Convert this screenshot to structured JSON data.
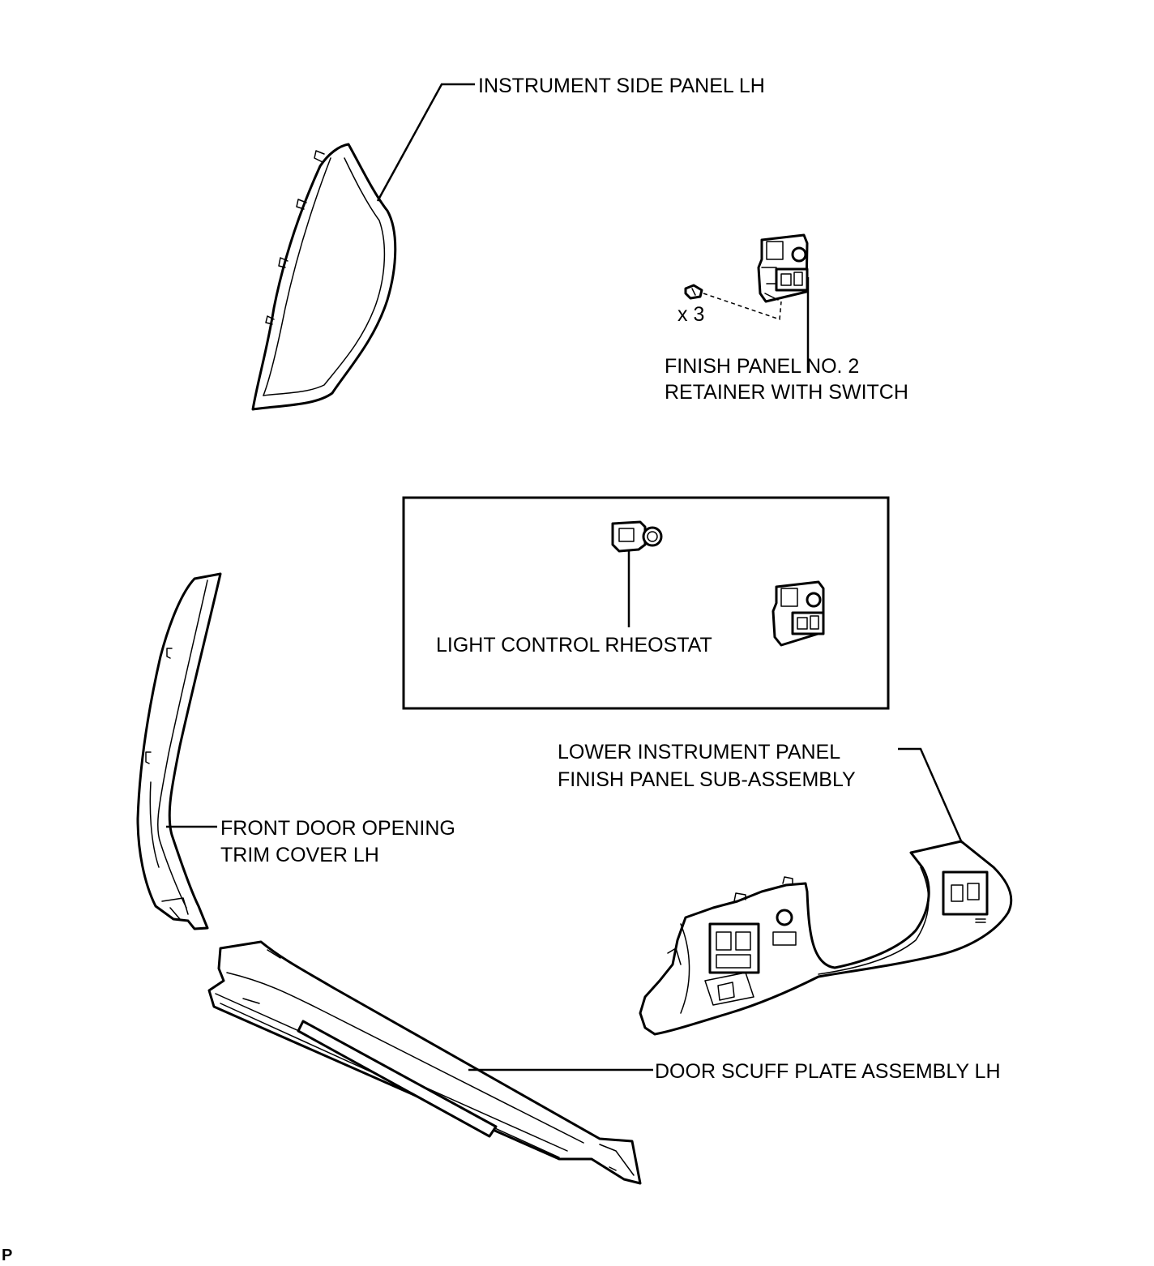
{
  "labels": {
    "instrument_side_panel": "INSTRUMENT SIDE PANEL LH",
    "finish_panel_retainer_line1": "FINISH PANEL NO. 2",
    "finish_panel_retainer_line2": "RETAINER WITH SWITCH",
    "screw_quantity": "x 3",
    "light_control_rheostat": "LIGHT CONTROL RHEOSTAT",
    "lower_instrument_panel_line1": "LOWER INSTRUMENT PANEL",
    "lower_instrument_panel_line2": "FINISH PANEL SUB-ASSEMBLY",
    "front_door_opening_line1": "FRONT DOOR OPENING",
    "front_door_opening_line2": "TRIM COVER LH",
    "door_scuff_plate": "DOOR SCUFF PLATE ASSEMBLY LH"
  },
  "figure_id": "P",
  "colors": {
    "line": "#000000",
    "background": "#ffffff"
  }
}
